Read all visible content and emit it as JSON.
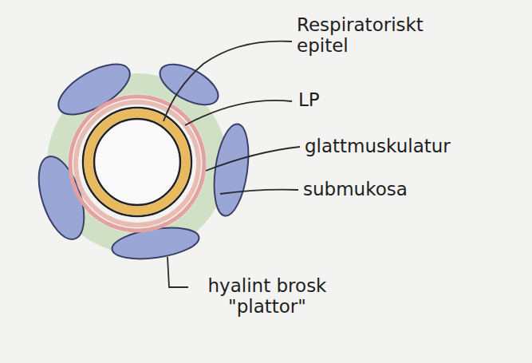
{
  "diagram": {
    "labels": [
      "Respiratoriskt epitel",
      "LP",
      "glattmuskulatur",
      "submukosa",
      "hyalint brosk \"plattor\""
    ]
  }
}
